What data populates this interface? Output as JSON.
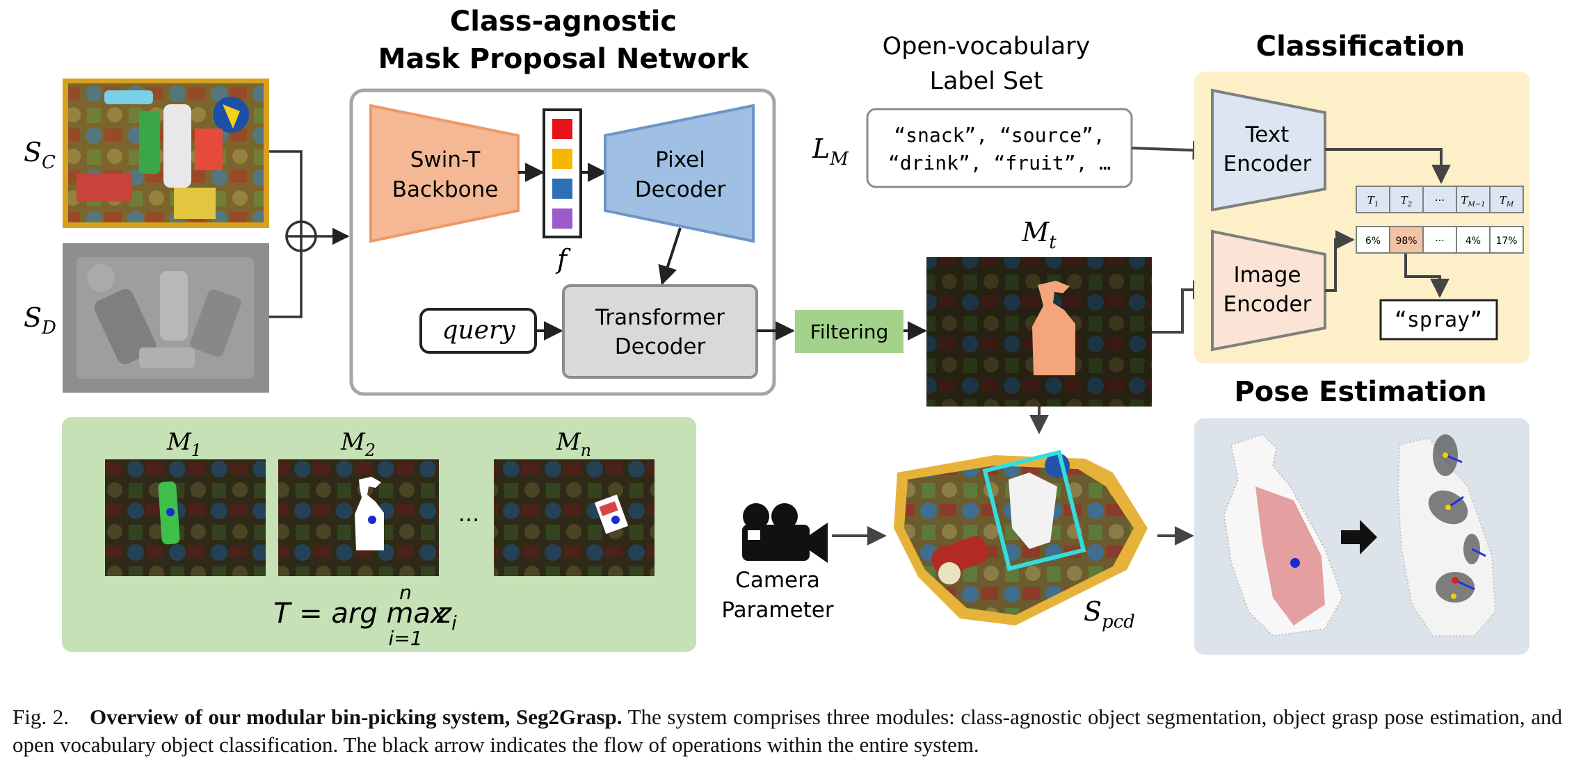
{
  "titles": {
    "mask_network_line1": "Class-agnostic",
    "mask_network_line2": "Mask Proposal Network",
    "label_set_line1": "Open-vocabulary",
    "label_set_line2": "Label Set",
    "classification": "Classification",
    "pose_estimation": "Pose Estimation"
  },
  "inputs": {
    "sc_base": "S",
    "sc_sub": "C",
    "sd_base": "S",
    "sd_sub": "D"
  },
  "network": {
    "backbone_line1": "Swin-T",
    "backbone_line2": "Backbone",
    "feature_label": "f",
    "feature_colors": [
      "#e8141b",
      "#f5b800",
      "#2e6fb3",
      "#9b5bc9"
    ],
    "pixel_decoder_line1": "Pixel",
    "pixel_decoder_line2": "Decoder",
    "query_label": "query",
    "transformer_line1": "Transformer",
    "transformer_line2": "Decoder"
  },
  "filtering": "Filtering",
  "label_set": {
    "symbol_base": "L",
    "symbol_sub": "M",
    "line1": "“snack”, “source”,",
    "line2": "“drink”, “fruit”, …"
  },
  "mt": {
    "base": "M",
    "sub": "t"
  },
  "classification": {
    "text_encoder_line1": "Text",
    "text_encoder_line2": "Encoder",
    "image_encoder_line1": "Image",
    "image_encoder_line2": "Encoder",
    "token_row": [
      {
        "base": "T",
        "sub": "1"
      },
      {
        "base": "T",
        "sub": "2"
      },
      {
        "base": "···",
        "sub": ""
      },
      {
        "base": "T",
        "sub": "M−1"
      },
      {
        "base": "T",
        "sub": "M"
      }
    ],
    "score_row": [
      "6%",
      "98%",
      "···",
      "4%",
      "17%"
    ],
    "highlight_color": "#f4c3a3",
    "result": "“spray”"
  },
  "selection": {
    "masks": [
      {
        "base": "M",
        "sub": "1"
      },
      {
        "base": "M",
        "sub": "2"
      },
      {
        "base": "M",
        "sub": "n"
      }
    ],
    "ellipsis": "...",
    "formula_lhs": "T = arg max",
    "formula_var": "z",
    "formula_var_sub": "i",
    "formula_upper": "n",
    "formula_lower": "i=1"
  },
  "camera": {
    "line1": "Camera",
    "line2": "Parameter"
  },
  "spcd": {
    "base": "S",
    "sub": "pcd"
  },
  "caption": {
    "fig_label": "Fig. 2.",
    "title": "Overview of our modular bin-picking system, Seg2Grasp.",
    "body": " The system comprises three modules: class-agnostic object segmentation, object grasp pose estimation, and open vocabulary object classification. The black arrow indicates the flow of operations within the entire system."
  },
  "colors": {
    "backbone": "#f4b895",
    "pixel_decoder": "#9fc0e3",
    "filtering": "#a3d38a",
    "selection_panel": "#c5e1b5",
    "classification_panel": "#fdf0c8",
    "pose_panel": "#dde3ea",
    "encoder_text": "#dce6f2",
    "encoder_image": "#fbe4d5"
  }
}
